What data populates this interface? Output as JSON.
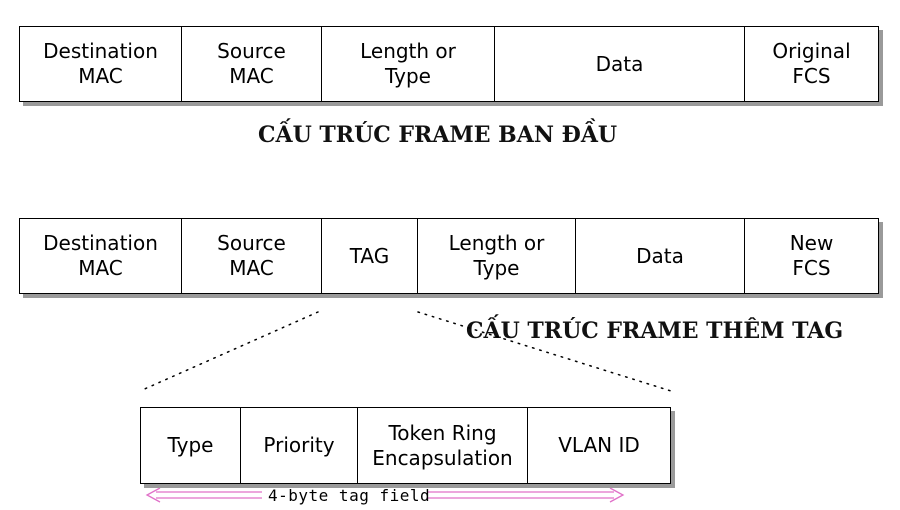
{
  "original_frame": {
    "fields": [
      "Destination\nMAC",
      "Source\nMAC",
      "Length or\nType",
      "Data",
      "Original\nFCS"
    ],
    "caption": "CẤU TRÚC FRAME BAN ĐẦU"
  },
  "tagged_frame": {
    "fields": [
      "Destination\nMAC",
      "Source\nMAC",
      "TAG",
      "Length or\nType",
      "Data",
      "New\nFCS"
    ],
    "caption": "CẤU TRÚC FRAME THÊM TAG"
  },
  "tag_detail": {
    "fields": [
      "Type",
      "Priority",
      "Token Ring\nEncapsulation",
      "VLAN ID"
    ],
    "span_label": "4-byte tag field"
  },
  "colors": {
    "border": "#000000",
    "shadow": "#9a9a9a",
    "arrow": "#e070c8"
  }
}
